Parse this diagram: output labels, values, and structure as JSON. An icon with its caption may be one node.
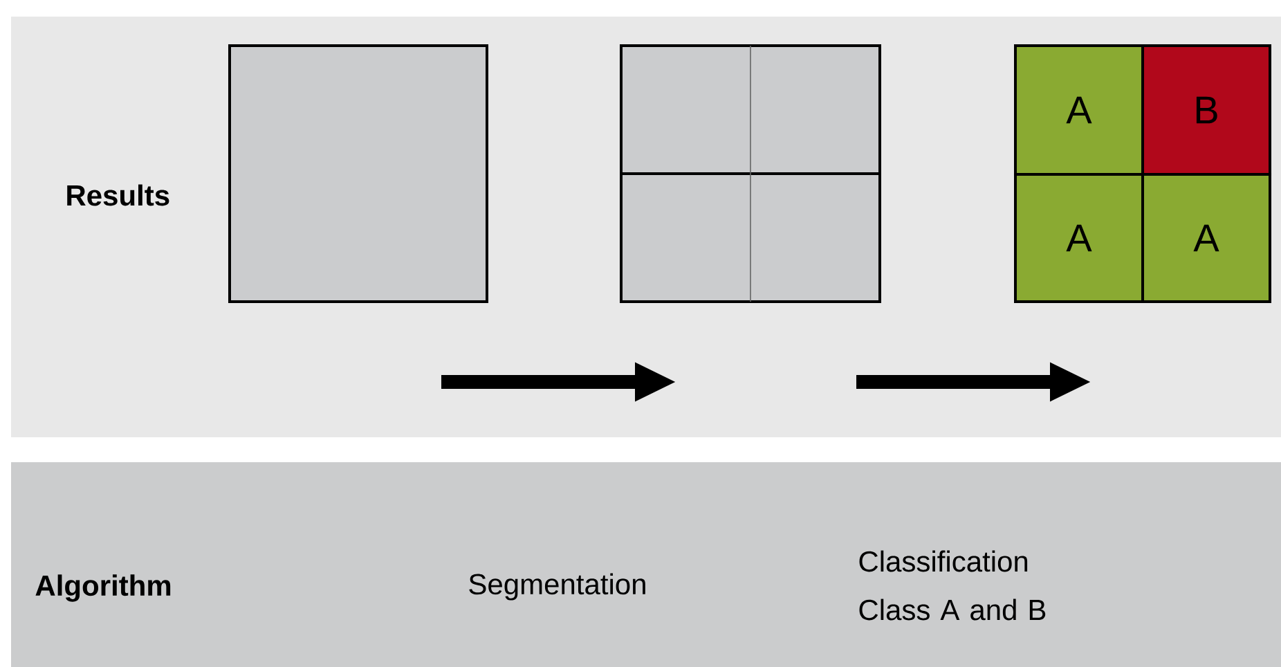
{
  "diagram": {
    "nodes": [
      {
        "text": [
          "Results"
        ]
      },
      {
        "text": [],
        "shape": "box",
        "in": 0
      },
      {
        "text": [],
        "shape": "box",
        "in": 0
      },
      {
        "text": [
          "A"
        ],
        "in": 0
      },
      {
        "text": [
          "B"
        ],
        "in": 0
      },
      {
        "text": [
          "A"
        ],
        "in": 0
      },
      {
        "text": [
          "A"
        ],
        "in": 0
      },
      {
        "text": [
          "Algorithm",
          "Segmentation",
          "Classification Class A and B"
        ]
      }
    ],
    "edges": [
      {
        "from": 1,
        "to": 2,
        "arrow": "to"
      },
      {
        "from": 2,
        "to": 5,
        "arrow": "to"
      }
    ]
  }
}
